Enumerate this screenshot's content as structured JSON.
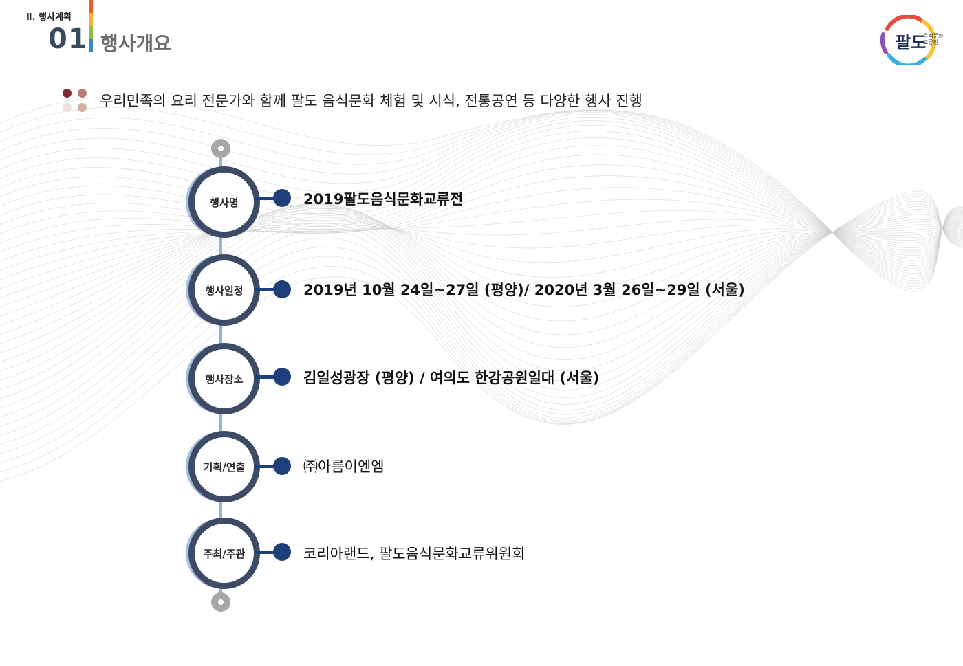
{
  "header": {
    "section_label": "Ⅱ. 행사계획",
    "section_number": "01",
    "section_title": "행사개요",
    "colorbar_colors": [
      "#e8612a",
      "#f2b233",
      "#8bbf44",
      "#3a86c8"
    ]
  },
  "logo": {
    "main": "팔도",
    "sub": "음식문화 교류전",
    "ring_colors": [
      "#e84a3d",
      "#f4c23a",
      "#3ab0e0",
      "#8a4fb8"
    ]
  },
  "intro": {
    "text": "우리민족의 요리 전문가와 함께 팔도 음식문화 체험 및 시식, 전통공연 등 다양한 행사 진행",
    "dot_colors": [
      "#7a2b32",
      "#b77d76",
      "#ecdedd",
      "#d5b1a8"
    ]
  },
  "colors": {
    "navy": "#1f3f7a",
    "ring": "#3e4b66",
    "ring_shadow": "#a6bedf",
    "end_dot": "#a7a7a7"
  },
  "items": [
    {
      "label": "행사명",
      "value": "2019팔도음식문화교류전",
      "bold": true
    },
    {
      "label": "행사일정",
      "value": "2019년 10월 24일~27일 (평양)/ 2020년 3월 26일~29일 (서울)",
      "bold": true
    },
    {
      "label": "행사장소",
      "value": "김일성광장 (평양) / 여의도 한강공원일대 (서울)",
      "bold": true
    },
    {
      "label": "기획/연출",
      "value": "㈜아름이엔엠",
      "bold": false
    },
    {
      "label": "주최/주관",
      "value": "코리아랜드, 팔도음식문화교류위원회",
      "bold": false
    }
  ]
}
